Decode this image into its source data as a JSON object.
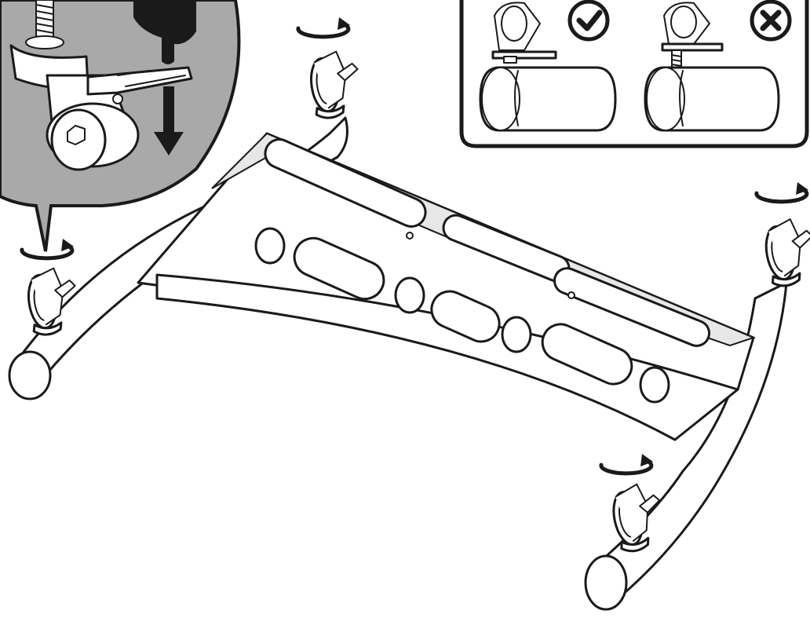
{
  "diagram": {
    "colors": {
      "line": "#1a1a1a",
      "callout_fill": "#a9a9a9",
      "background": "#ffffff",
      "highlight": "#e7e7e7"
    },
    "parts": {
      "frame": "h-frame-base",
      "casters": [
        "caster-left-front",
        "caster-left-rear",
        "caster-right-rear",
        "caster-right-front"
      ],
      "rotation_arrows": 4,
      "callout": "brake-lock-detail",
      "comparison": {
        "correct": "check-icon",
        "incorrect": "cross-icon"
      }
    }
  }
}
